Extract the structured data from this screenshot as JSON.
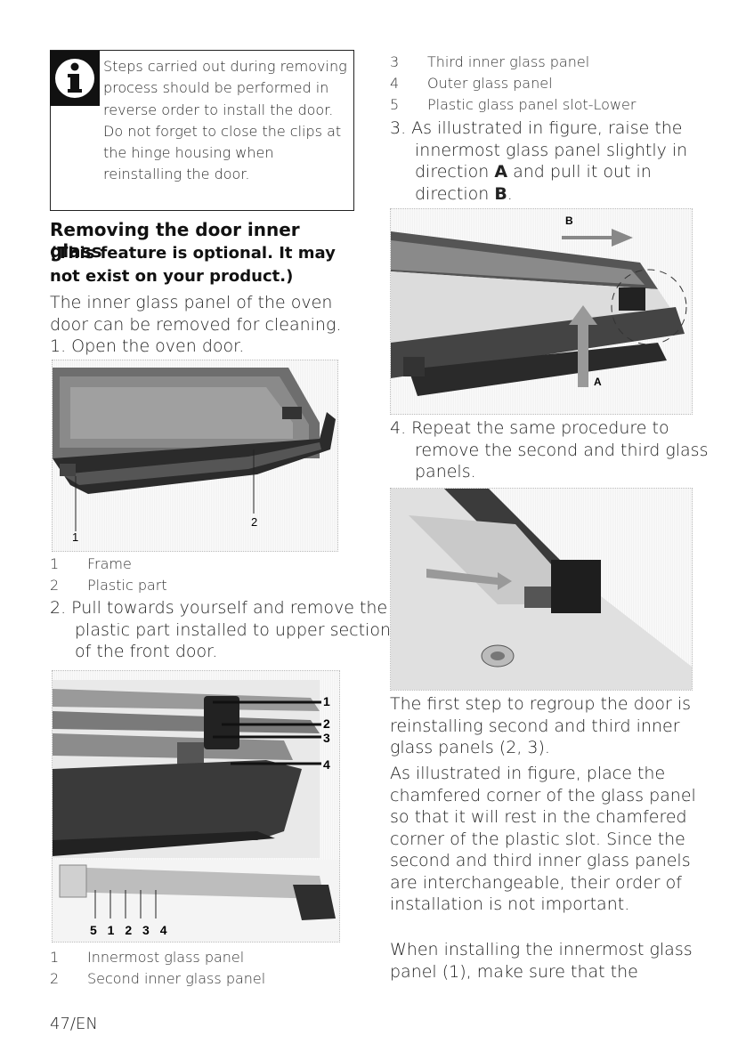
{
  "info": {
    "icon": "info-icon",
    "text": "Steps carried out during removing process should be performed in reverse order to install the door. Do not forget to close the clips at the hinge housing when reinstalling the door."
  },
  "section": {
    "title": "Removing the door inner glass",
    "subtitle": "(This feature is optional. It may not exist on your product.)",
    "intro": "The inner glass panel of the oven door can be removed for cleaning."
  },
  "steps": {
    "s1": "1. Open the oven door.",
    "s2": "2. Pull towards yourself and remove the plastic part installed to upper section of the front door.",
    "s3_pre": "3. As illustrated in figure, raise the innermost glass panel slightly in direction ",
    "s3_a": "A",
    "s3_mid": " and pull it out in direction ",
    "s3_b": "B",
    "s3_end": ".",
    "s4": "4. Repeat the same procedure to remove the second and third glass panels."
  },
  "fig1": {
    "labels": [
      "1",
      "2"
    ]
  },
  "fig1_legend": [
    {
      "num": "1",
      "text": "Frame"
    },
    {
      "num": "2",
      "text": "Plastic part"
    }
  ],
  "fig2": {
    "labels": [
      "1",
      "2",
      "3",
      "4"
    ],
    "bottom_labels": "5 1 2 3 4"
  },
  "fig2_legend": [
    {
      "num": "1",
      "text": "Innermost glass panel"
    },
    {
      "num": "2",
      "text": "Second inner glass panel"
    },
    {
      "num": "3",
      "text": "Third inner glass panel"
    },
    {
      "num": "4",
      "text": "Outer glass panel"
    },
    {
      "num": "5",
      "text": "Plastic glass panel slot-Lower"
    }
  ],
  "fig3": {
    "label_a": "A",
    "label_b": "B"
  },
  "paragraphs": {
    "p1": "The first step to regroup the door is reinstalling second and third inner glass panels (2, 3).",
    "p2": "As illustrated in figure, place the chamfered corner of the glass panel so that it will rest in the chamfered corner of the plastic slot. Since the second and third inner glass panels are interchangeable, their order of installation is not important.",
    "p3": "When installing the innermost glass panel (1), make sure that the"
  },
  "footer": {
    "page": "47/EN"
  }
}
